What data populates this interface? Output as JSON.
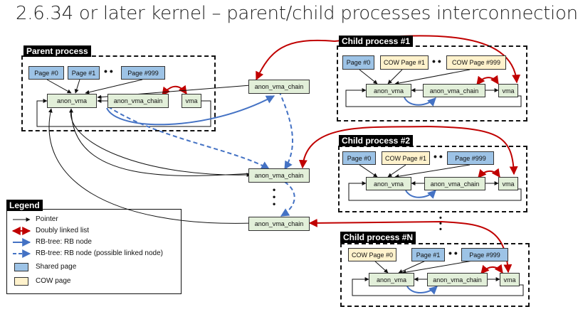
{
  "title": "2.6.34 or later kernel – parent/child processes interconnection",
  "parent": {
    "title": "Parent process",
    "pages": [
      "Page #0",
      "Page #1",
      "Page #999"
    ],
    "anon_vma": "anon_vma",
    "avc": "anon_vma_chain",
    "vma": "vma"
  },
  "child1": {
    "title": "Child process #1",
    "pages": [
      "Page #0",
      "COW Page #1",
      "COW Page #999"
    ],
    "anon_vma": "anon_vma",
    "avc": "anon_vma_chain",
    "vma": "vma"
  },
  "child2": {
    "title": "Child process #2",
    "pages": [
      "Page #0",
      "COW Page #1",
      "Page #999"
    ],
    "anon_vma": "anon_vma",
    "avc": "anon_vma_chain",
    "vma": "vma"
  },
  "childN": {
    "title": "Child process #N",
    "pages": [
      "COW Page #0",
      "Page #1",
      "Page #999"
    ],
    "anon_vma": "anon_vma",
    "avc": "anon_vma_chain",
    "vma": "vma"
  },
  "chains": [
    "anon_vma_chain",
    "anon_vma_chain",
    "anon_vma_chain"
  ],
  "legend": {
    "title": "Legend",
    "items": [
      "Pointer",
      "Doubly linked list",
      "RB-tree: RB node",
      "RB-tree: RB node (possible linked node)",
      "Shared page",
      "COW page"
    ]
  },
  "colors": {
    "shared": "#9dc3e6",
    "cow": "#fff2cc",
    "struct": "#e2efd9",
    "red": "#c00000",
    "blue": "#4472c4"
  }
}
